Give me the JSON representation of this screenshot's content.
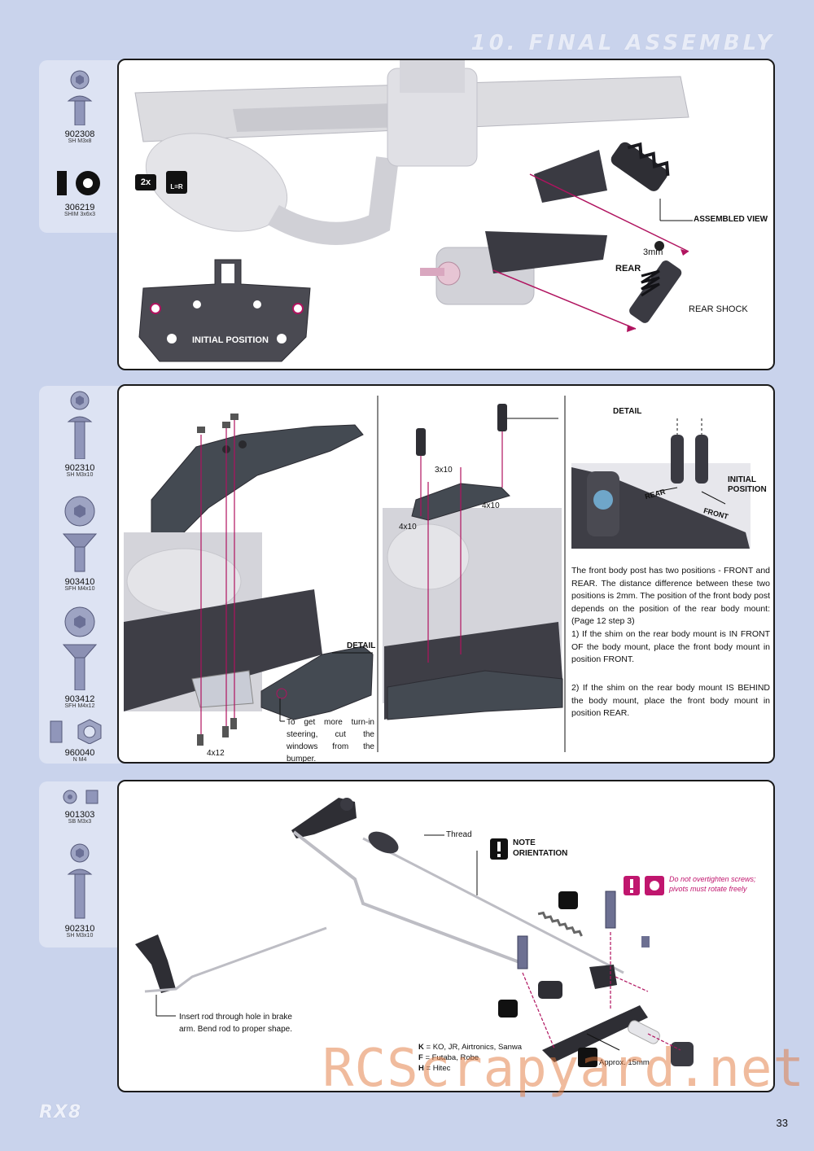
{
  "page": {
    "title": "10. FINAL ASSEMBLY",
    "brand": "RX8",
    "number": "33",
    "watermark": "RCScrapyard.net"
  },
  "sections": [
    {
      "parts": [
        {
          "code": "902308",
          "desc": "SH M3x8"
        },
        {
          "code": "306219",
          "desc": "SHIM 3x6x3"
        }
      ],
      "badges": {
        "quantity": "2x",
        "symmetry": "L=R"
      },
      "labels": {
        "assembled_view": "ASSEMBLED VIEW",
        "spacer": "3mm",
        "rear": "REAR",
        "rear_shock": "REAR SHOCK",
        "initial_position": "INITIAL POSITION"
      }
    },
    {
      "parts": [
        {
          "code": "902310",
          "desc": "SH M3x10"
        },
        {
          "code": "903410",
          "desc": "SFH M4x10"
        },
        {
          "code": "903412",
          "desc": "SFH M4x12"
        },
        {
          "code": "960040",
          "desc": "N M4"
        }
      ],
      "labels": {
        "detail_a": "DETAIL",
        "screw_4x12": "4x12",
        "cut_note": "To get more turn-in steering, cut the windows from the bumper.",
        "screw_3x10": "3x10",
        "screw_4x10_a": "4x10",
        "screw_4x10_b": "4x10",
        "detail_b": "DETAIL",
        "initial_position": "INITIAL POSITION",
        "rear": "REAR",
        "front": "FRONT"
      },
      "text": {
        "p1": "The front body post has two positions - FRONT and REAR. The distance difference between these two positions is 2mm. The position of the front body post depends on the position of the rear body mount: (Page 12 step 3)",
        "p2": "1) If the shim on the rear body mount is IN FRONT OF the body mount, place the front body mount in position FRONT.",
        "p3": "2) If the shim on the rear body mount IS BEHIND the body mount, place the front body mount in position REAR."
      }
    },
    {
      "parts": [
        {
          "code": "901303",
          "desc": "SB M3x3"
        },
        {
          "code": "902310",
          "desc": "SH M3x10"
        }
      ],
      "labels": {
        "thread": "Thread",
        "note": "NOTE",
        "orientation": "ORIENTATION",
        "warning": "Do not overtighten screws; pivots must rotate freely",
        "insert_rod": "Insert rod through hole in brake arm.  Bend rod to proper shape.",
        "approx": "Approx. 15mm"
      },
      "servo_brands": [
        {
          "key": "K",
          "brands": "KO, JR, Airtronics, Sanwa"
        },
        {
          "key": "F",
          "brands": "Futaba, Robe"
        },
        {
          "key": "H",
          "brands": "Hitec"
        }
      ]
    }
  ]
}
